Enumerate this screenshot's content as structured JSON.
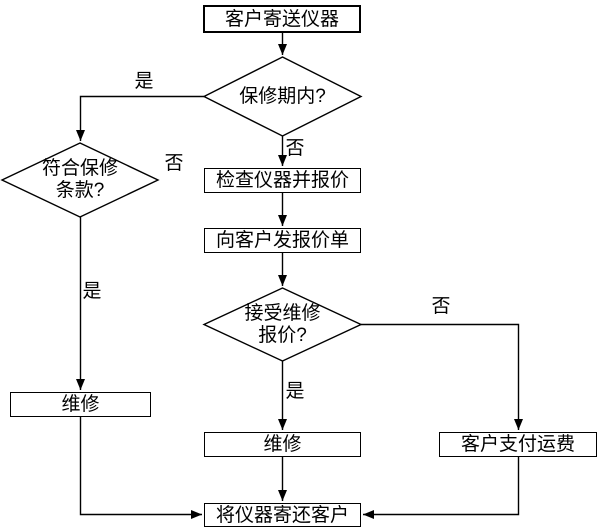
{
  "diagram": {
    "title": "instrument-repair-warranty-flowchart",
    "colors": {
      "line": "#000000",
      "node_fill": "#ffffff",
      "node_border": "#000000",
      "text": "#000000",
      "background": "#ffffff"
    },
    "nodes": {
      "start": {
        "label": "客户寄送仪器",
        "type": "process"
      },
      "decision_warranty": {
        "label": "保修期内?",
        "type": "decision"
      },
      "decision_terms": {
        "label": "符合保修\n条款?",
        "type": "decision"
      },
      "check_quote": {
        "label": "检查仪器并报价",
        "type": "process"
      },
      "send_quote": {
        "label": "向客户发报价单",
        "type": "process"
      },
      "decision_accept": {
        "label": "接受维修\n报价?",
        "type": "decision"
      },
      "repair_left": {
        "label": "维修",
        "type": "process"
      },
      "repair_main": {
        "label": "维修",
        "type": "process"
      },
      "pay_shipping": {
        "label": "客户支付运费",
        "type": "process"
      },
      "return_instrument": {
        "label": "将仪器寄还客户",
        "type": "process"
      }
    },
    "edge_labels": {
      "warranty_yes": "是",
      "warranty_no": "否",
      "terms_no": "否",
      "terms_yes": "是",
      "accept_no": "否",
      "accept_yes": "是"
    }
  }
}
